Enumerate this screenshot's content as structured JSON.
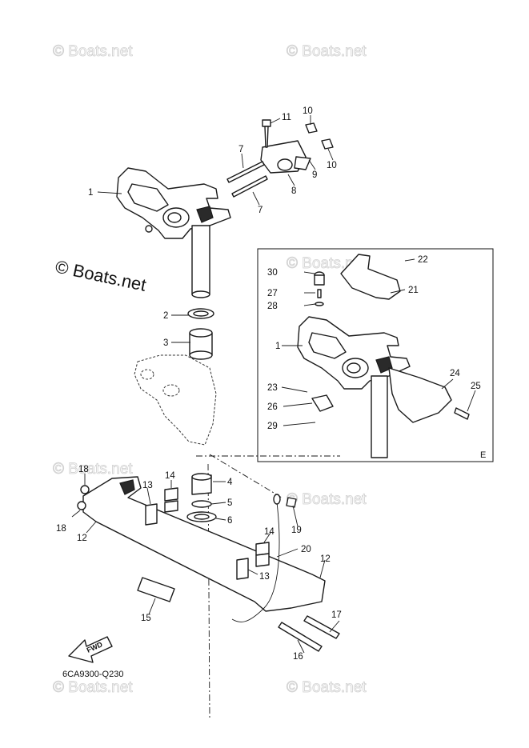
{
  "watermarks": {
    "corner": "© Boats.net",
    "main": "© Boats.net"
  },
  "diagram_code": "6CA9300-Q230",
  "inset_letter": "E",
  "fwd_label": "FWD",
  "callouts": {
    "c1": "1",
    "c2": "2",
    "c3": "3",
    "c4": "4",
    "c5": "5",
    "c6": "6",
    "c7a": "7",
    "c7b": "7",
    "c8": "8",
    "c9": "9",
    "c10a": "10",
    "c10b": "10",
    "c11": "11",
    "c12a": "12",
    "c12b": "12",
    "c13a": "13",
    "c13b": "13",
    "c14a": "14",
    "c14b": "14",
    "c15": "15",
    "c16": "16",
    "c17": "17",
    "c18a": "18",
    "c18b": "18",
    "c19": "19",
    "c20": "20",
    "i1": "1",
    "i21": "21",
    "i22": "22",
    "i23": "23",
    "i24": "24",
    "i25": "25",
    "i26": "26",
    "i27": "27",
    "i28": "28",
    "i29": "29",
    "i30": "30"
  }
}
